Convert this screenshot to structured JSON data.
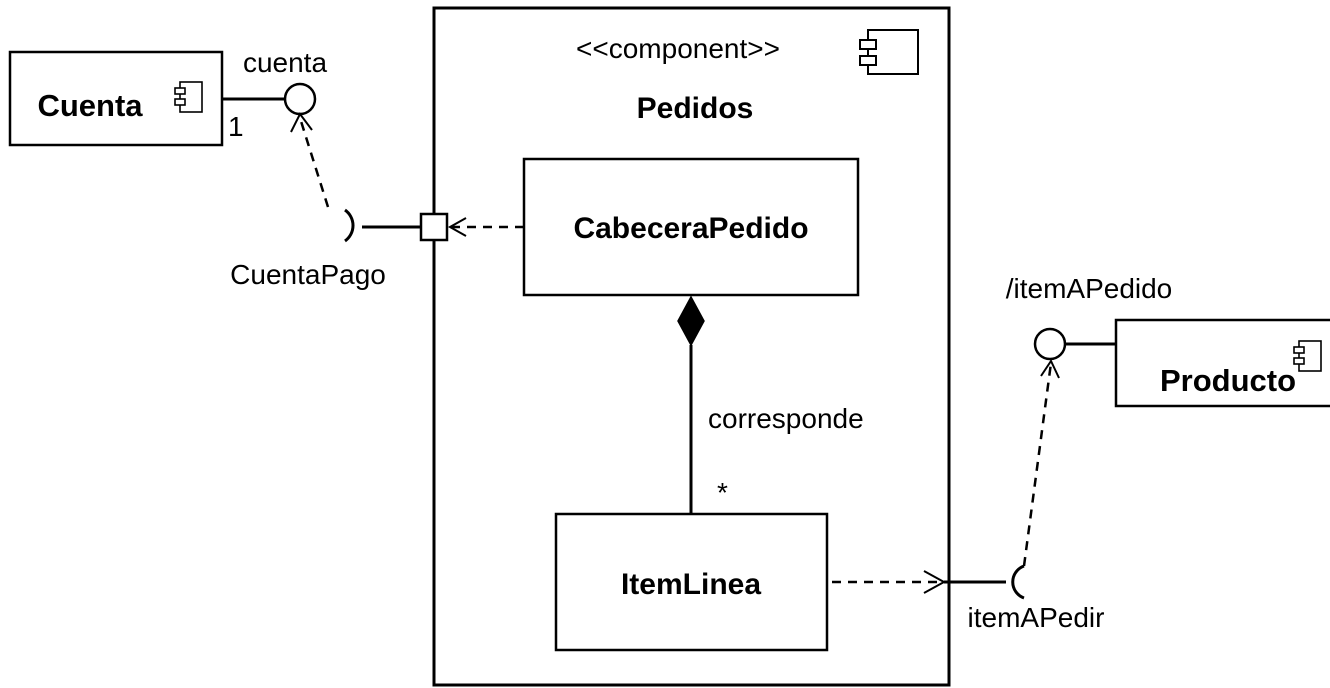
{
  "component": {
    "stereotype": "<<component>>",
    "name": "Pedidos",
    "icon": "component-icon"
  },
  "parts": {
    "cabecera": "CabeceraPedido",
    "item": "ItemLinea"
  },
  "external": {
    "cuenta": "Cuenta",
    "producto": "Producto"
  },
  "interfaces": {
    "cuenta_provided": "cuenta",
    "cuenta_multiplicity": "1",
    "cuenta_required": "CuentaPago",
    "producto_provided": "/itemAPedido",
    "item_required": "itemAPedir"
  },
  "association": {
    "label": "corresponde",
    "multiplicity": "*"
  }
}
